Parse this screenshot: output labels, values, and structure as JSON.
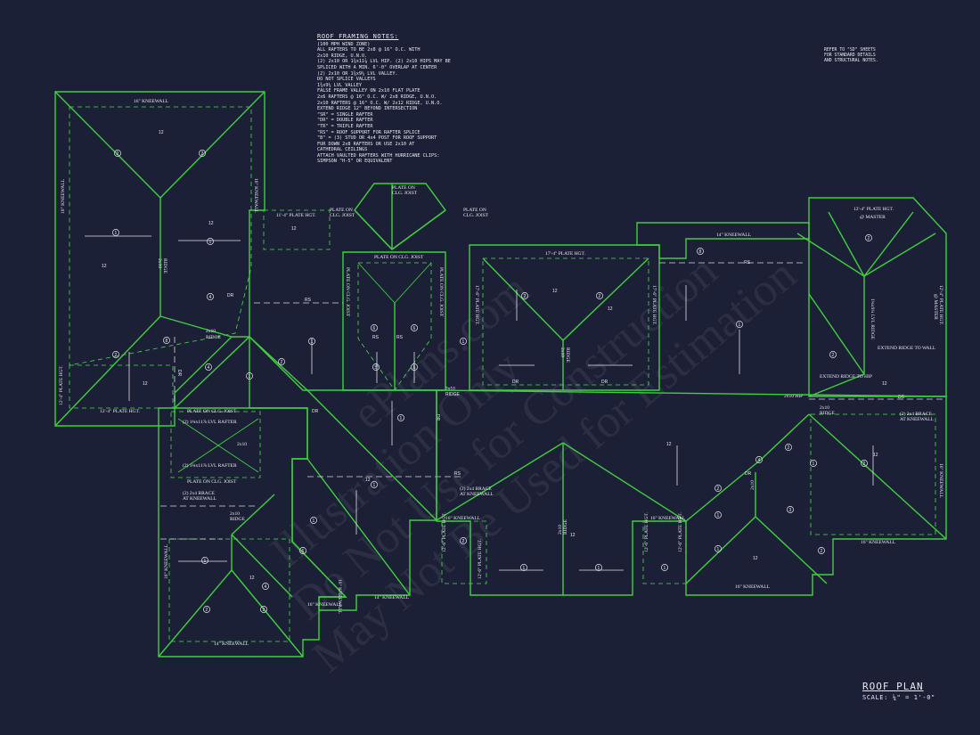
{
  "notes": {
    "title": "ROOF FRAMING NOTES:",
    "items": [
      "(100 MPH WIND ZONE)",
      "ALL RAFTERS TO BE 2x8 @ 16\" O.C. WITH",
      "2x10 RIDGE, U.N.O.",
      "(2) 2x10 OR 1¾x11⅞ LVL HIP. (2) 2x10 HIPS MAY BE",
      "SPLICED WITH A MIN. 6'-0\" OVERLAP AT CENTER",
      "(2) 2x10 OR 1¾x9¼ LVL VALLEY.",
      "DO NOT SPLICE VALLEYS",
      "1¾x9¼ LVL VALLEY",
      "FALSE FRAME VALLEY ON 2x10 FLAT PLATE",
      "2x6 RAFTERS @ 16\" O.C. W/ 2x8 RIDGE, U.N.O.",
      "2x10 RAFTERS @ 16\" O.C. W/ 2x12 RIDGE, U.N.O.",
      "EXTEND RIDGE 12\" BEYOND INTERSECTION",
      "\"SR\" = SINGLE RAFTER",
      "\"DR\" = DOUBLE RAFTER",
      "\"TR\" = TRIPLE RAFTER",
      "\"RS\" = ROOF SUPPORT FOR RAFTER SPLICE",
      "\"B\" = (3) STUD OR 4x4 POST FOR ROOF SUPPORT",
      "FUR DOWN 2x8 RAFTERS OR USE 2x10 AT",
      "CATHEDRAL CEILINGS",
      "ATTACH VAULTED RAFTERS WITH HURRICANE CLIPS:",
      "SIMPSON \"H-5\" OR EQUIVALENT"
    ]
  },
  "reference": [
    "REFER TO \"SD\" SHEETS",
    "FOR STANDARD DETAILS",
    "AND STRUCTURAL NOTES."
  ],
  "title_block": {
    "title": "ROOF PLAN",
    "scale": "SCALE: ¼\" = 1'-0\""
  },
  "watermark": [
    "Illustration Only",
    "Do Not Use for Construction",
    "May Not Be Used for Estimation",
    "ePlans.com"
  ],
  "labels": {
    "kneewall_16": "16\" KNEEWALL",
    "kneewall_14": "14\" KNEEWALL",
    "plate_12_4": "12'-4\" PLATE HGT.",
    "plate_11_4": "11'-4\" PLATE HGT.",
    "plate_17_4": "17'-4\" PLATE HGT.",
    "plate_17_6": "17'-6\" PLATE HGT.",
    "plate_12_6": "12'-6\" PLATE HGT.",
    "plate_12_4_master": "12'-4\" PLATE HGT.",
    "at_master": "@ MASTER",
    "plate_clg_joist": "PLATE ON CLG. JOIST",
    "plate_on": "PLATE ON",
    "clg_joist": "CLG. JOIST",
    "ridge_2x10": "2x10",
    "ridge": "RIDGE",
    "ridge_lvl": "1¾x9¼ LVL RIDGE",
    "dr": "DR",
    "rs": "RS",
    "brace_1": "(2) 2x4 BRACE",
    "brace_2": "AT KNEEWALL",
    "extend_ridge": "EXTEND RIDGE TO WALL",
    "extend_hip": "EXTEND RIDGE TO HIP",
    "hip_2x10": "2x10 HIP",
    "lvl_rafter": "(2) 1¾x11⅞ LVL RAFTER",
    "pitch": "12",
    "pitch_run": "6",
    "n1": "1",
    "n2": "2",
    "n3": "3",
    "n4": "4",
    "n5": "5",
    "n6": "6",
    "n8": "8"
  }
}
